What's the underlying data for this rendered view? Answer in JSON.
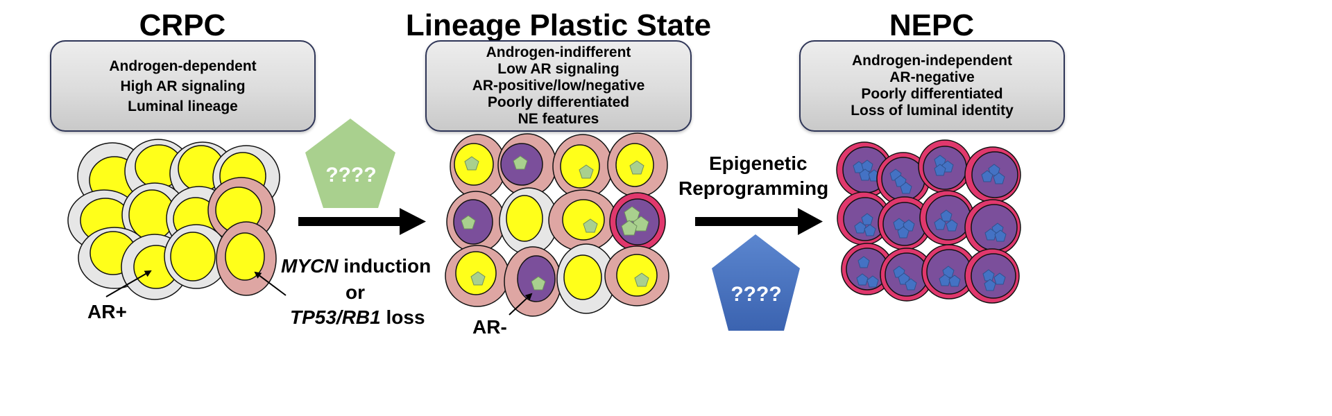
{
  "panels": [
    {
      "title": "CRPC",
      "features": [
        "Androgen-dependent",
        "High AR signaling",
        "Luminal lineage"
      ]
    },
    {
      "title": "Lineage Plastic State",
      "features": [
        "Androgen-indifferent",
        "Low AR signaling",
        "AR-positive/low/negative",
        "Poorly differentiated",
        "NE features"
      ]
    },
    {
      "title": "NEPC",
      "features": [
        "Androgen-independent",
        "AR-negative",
        "Poorly differentiated",
        "Loss of luminal identity"
      ]
    }
  ],
  "labels": {
    "ar_pos": "AR+",
    "ar_neg": "AR-",
    "driver_mycn_italic": "MYCN",
    "driver_mycn_rest": " induction",
    "driver_or": "or",
    "driver_tp53_italic": "TP53/RB1",
    "driver_tp53_rest": " loss",
    "epigenetic_line1": "Epigenetic",
    "epigenetic_line2": "Reprogramming",
    "unknown_green": "????",
    "unknown_blue": "????"
  },
  "colors": {
    "nucleus_yellow": "#ffff1a",
    "cell_gray": "#e6e6e6",
    "cell_pink": "#dea6a3",
    "nucleus_purple": "#7b4f9b",
    "nepc_cell": "#e0386d",
    "pentagon_green": "#a9d08e",
    "pentagon_blue": "#4472c4",
    "box_border": "#2e3557"
  }
}
